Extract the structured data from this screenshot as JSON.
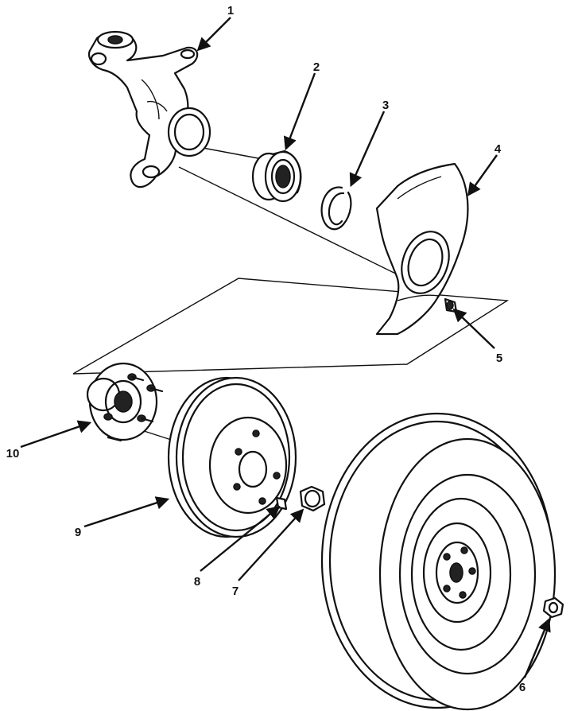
{
  "callouts": [
    {
      "id": "1",
      "label": "1",
      "part": "steering knuckle"
    },
    {
      "id": "2",
      "label": "2",
      "part": "wheel bearing"
    },
    {
      "id": "3",
      "label": "3",
      "part": "snap ring"
    },
    {
      "id": "4",
      "label": "4",
      "part": "splash shield"
    },
    {
      "id": "5",
      "label": "5",
      "part": "shield bolt"
    },
    {
      "id": "6",
      "label": "6",
      "part": "wheel nut"
    },
    {
      "id": "7",
      "label": "7",
      "part": "spindle nut"
    },
    {
      "id": "8",
      "label": "8",
      "part": "disc screw"
    },
    {
      "id": "9",
      "label": "9",
      "part": "brake disc"
    },
    {
      "id": "10",
      "label": "10",
      "part": "hub"
    }
  ]
}
